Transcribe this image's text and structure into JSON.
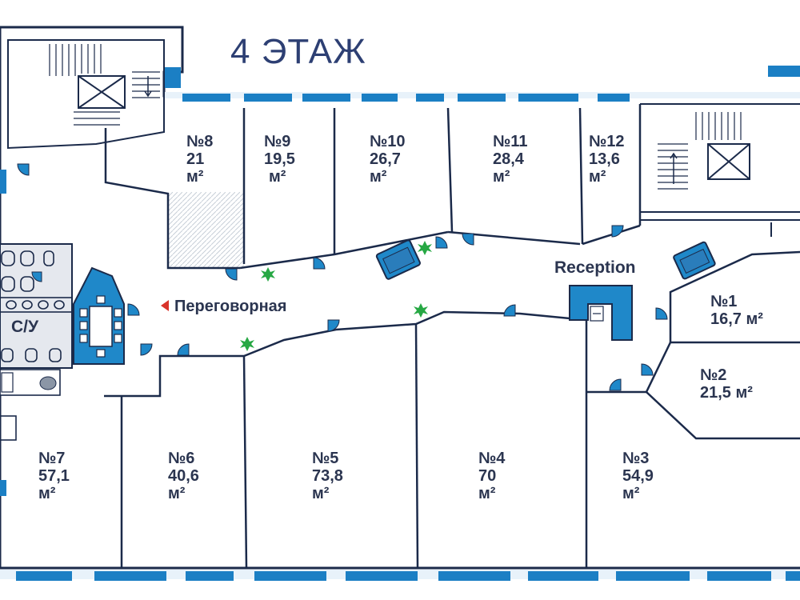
{
  "floor": {
    "title": "4 ЭТАЖ"
  },
  "rooms": [
    {
      "number": "№1",
      "area": "16,7",
      "unit": "м²"
    },
    {
      "number": "№2",
      "area": "21,5",
      "unit": "м²"
    },
    {
      "number": "№3",
      "area": "54,9",
      "unit": "м²"
    },
    {
      "number": "№4",
      "area": "70",
      "unit": "м²"
    },
    {
      "number": "№5",
      "area": "73,8",
      "unit": "м²"
    },
    {
      "number": "№6",
      "area": "40,6",
      "unit": "м²"
    },
    {
      "number": "№7",
      "area": "57,1",
      "unit": "м²"
    },
    {
      "number": "№8",
      "area": "21",
      "unit": "м²"
    },
    {
      "number": "№9",
      "area": "19,5",
      "unit": "м²"
    },
    {
      "number": "№10",
      "area": "26,7",
      "unit": "м²"
    },
    {
      "number": "№11",
      "area": "28,4",
      "unit": "м²"
    },
    {
      "number": "№12",
      "area": "13,6",
      "unit": "м²"
    }
  ],
  "labels": {
    "reception": "Reception",
    "meeting_room": "Переговорная",
    "restroom": "С/У"
  },
  "colors": {
    "wall": "#1b2a4a",
    "window": "#1b7fc4",
    "accent_blue": "#1f88c9",
    "plant": "#27a844",
    "meeting_marker": "#d9342b",
    "text": "#2b3550"
  }
}
